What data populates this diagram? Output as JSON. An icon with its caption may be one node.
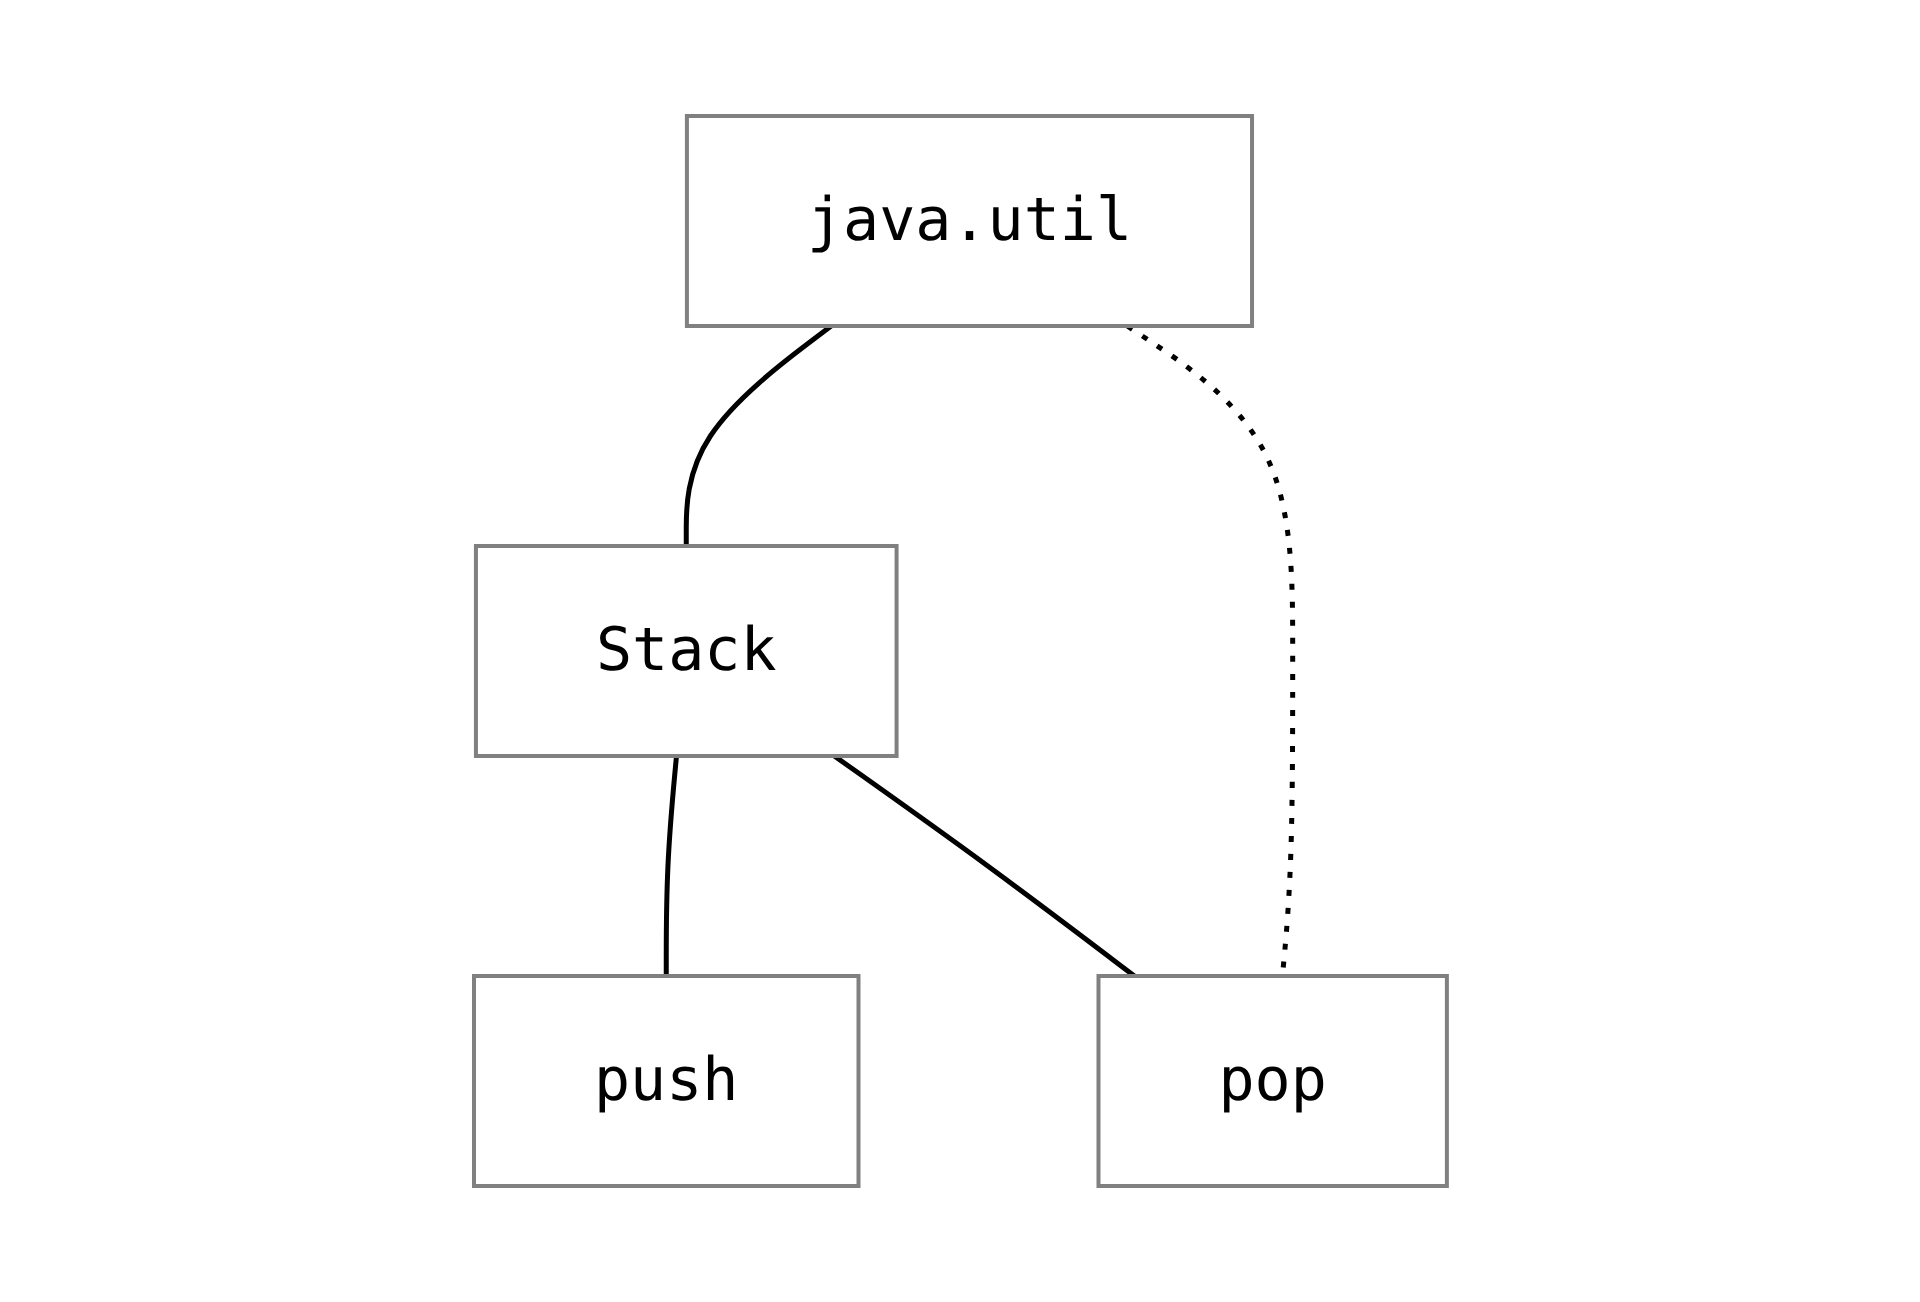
{
  "diagram": {
    "nodes": [
      {
        "text": [
          "java.util"
        ]
      },
      {
        "text": [
          "Stack"
        ]
      },
      {
        "text": [
          "push"
        ]
      },
      {
        "text": [
          "pop"
        ]
      }
    ],
    "edges": [
      {
        "from": 0,
        "to": 1,
        "arrow": "none"
      },
      {
        "from": 0,
        "to": 3,
        "arrow": "none",
        "style": "dashed"
      },
      {
        "from": 1,
        "to": 2,
        "arrow": "none"
      },
      {
        "from": 1,
        "to": 3,
        "arrow": "none"
      }
    ]
  }
}
